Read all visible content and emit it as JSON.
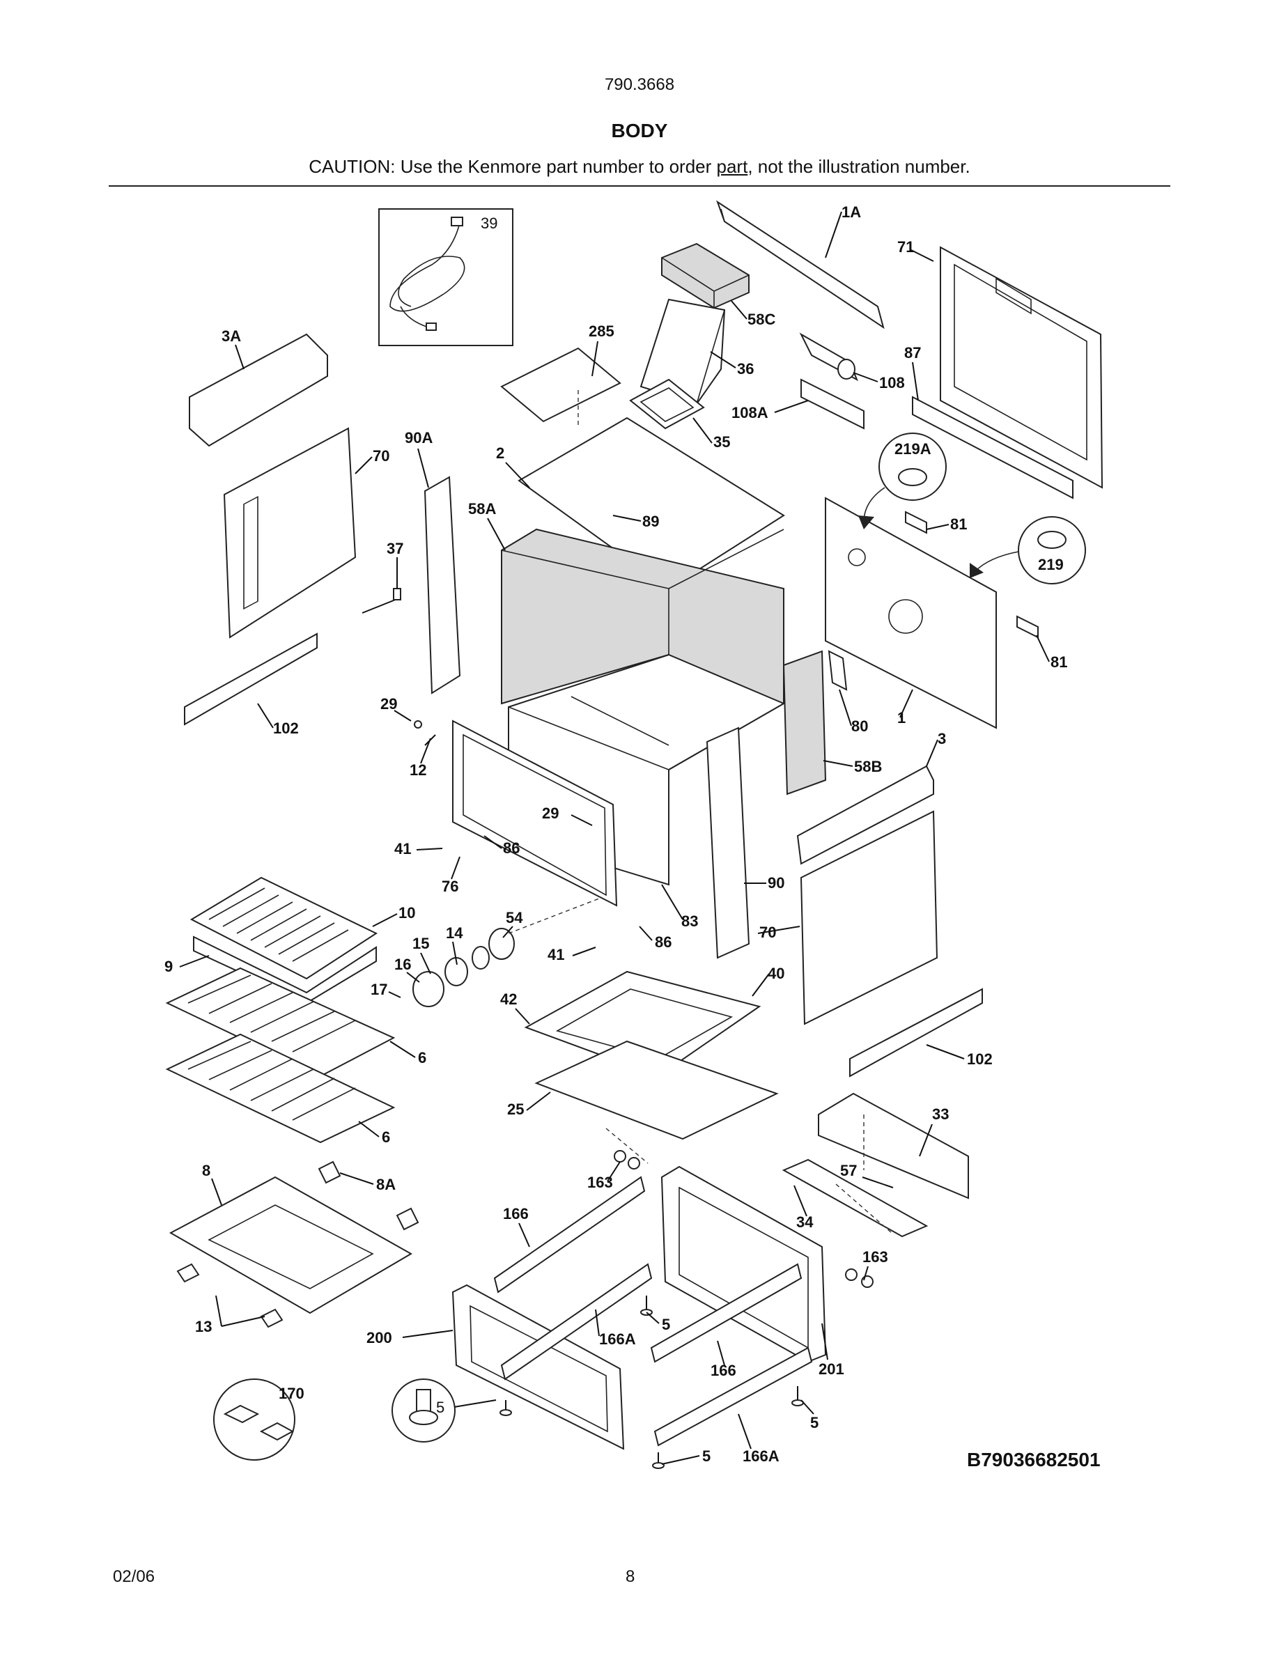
{
  "header": {
    "model": "790.3668",
    "title": "BODY",
    "caution_prefix": "CAUTION: Use the Kenmore part number to order ",
    "caution_link": "part",
    "caution_suffix": ", not the illustration number."
  },
  "diagram": {
    "code": "B79036682501",
    "labels": {
      "l1A": "1A",
      "l71": "71",
      "l39": "39",
      "l58C": "58C",
      "l285": "285",
      "l36": "36",
      "l108": "108",
      "l108A": "108A",
      "l87": "87",
      "l3A": "3A",
      "l35": "35",
      "l219A": "219A",
      "l70a": "70",
      "l90A": "90A",
      "l2": "2",
      "l81a": "81",
      "l58A": "58A",
      "l89": "89",
      "l219": "219",
      "l37": "37",
      "l81b": "81",
      "l102a": "102",
      "l29a": "29",
      "l80": "80",
      "l1": "1",
      "l3": "3",
      "l12": "12",
      "l58B": "58B",
      "l29b": "29",
      "l41a": "41",
      "l86a": "86",
      "l90": "90",
      "l76": "76",
      "l10": "10",
      "l70b": "70",
      "l83": "83",
      "l54": "54",
      "l14": "14",
      "l15": "15",
      "l86b": "86",
      "l41b": "41",
      "l9": "9",
      "l16": "16",
      "l40": "40",
      "l17": "17",
      "l42": "42",
      "l6a": "6",
      "l102b": "102",
      "l25": "25",
      "l6b": "6",
      "l33": "33",
      "l8": "8",
      "l57": "57",
      "l8A": "8A",
      "l163a": "163",
      "l166a": "166",
      "l34": "34",
      "l163b": "163",
      "l5a": "5",
      "l200": "200",
      "l166A1": "166A",
      "l166b": "166",
      "l201": "201",
      "l170": "170",
      "l5c": "5",
      "l5b": "5",
      "l5d": "5",
      "l166A2": "166A",
      "l13": "13"
    }
  },
  "footer": {
    "date": "02/06",
    "page": "8"
  }
}
